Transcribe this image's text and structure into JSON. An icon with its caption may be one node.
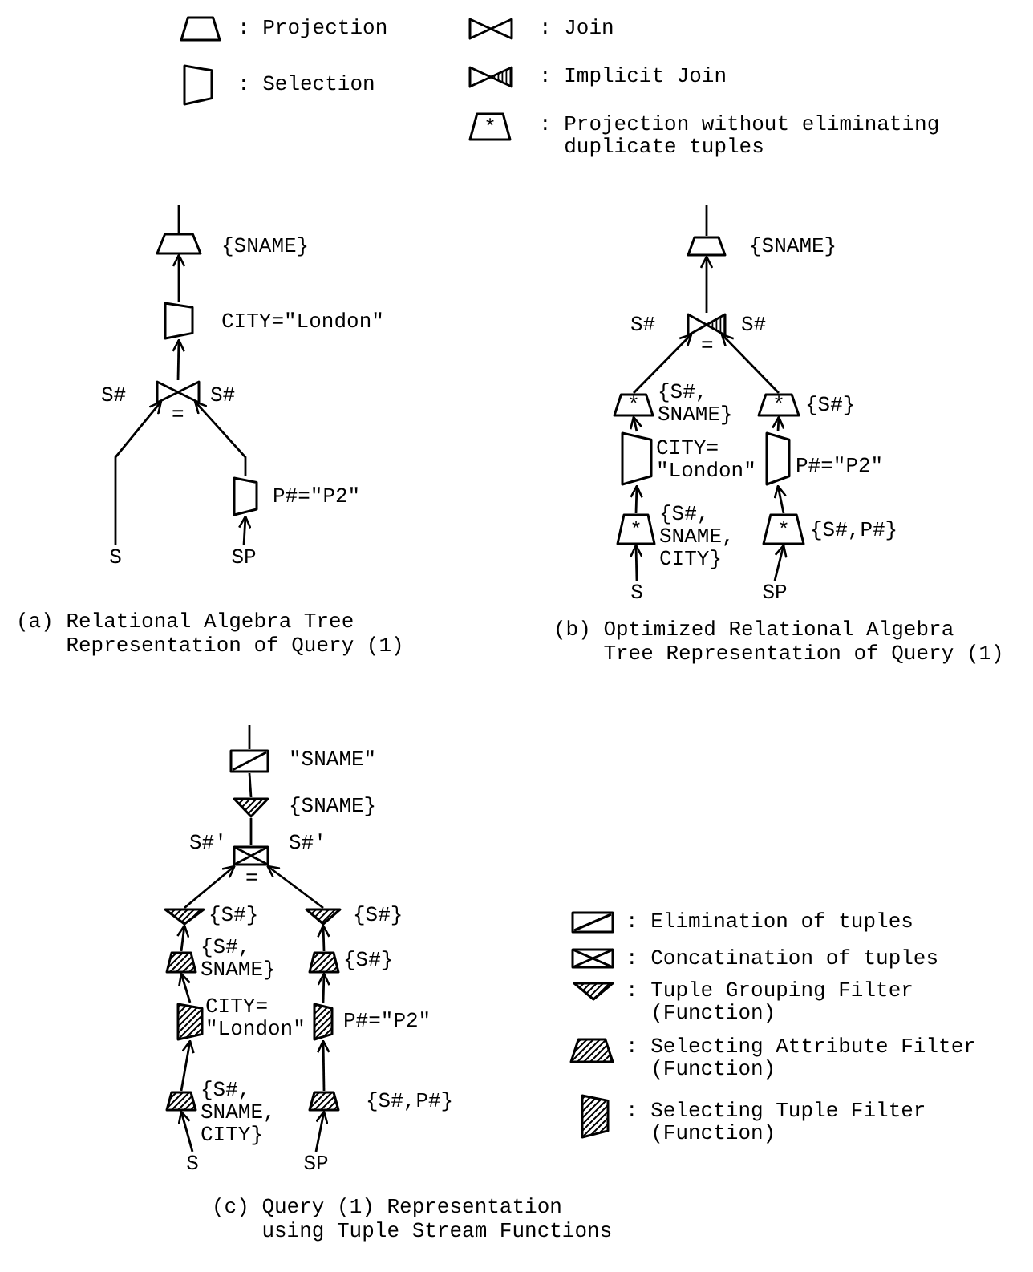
{
  "diagram": {
    "nodes": [
      {
        "text": [],
        "shape": "trapezoid",
        "beside": [
          "{SNAME}"
        ]
      },
      {
        "text": [],
        "shape": "quadrilateral",
        "beside": [
          "CITY=\"London\""
        ]
      },
      {
        "text": [],
        "shape": "bowtie",
        "beside": [
          "S#",
          "S#",
          "="
        ]
      },
      {
        "text": [],
        "shape": "quadrilateral",
        "beside": [
          "P#=\"P2\""
        ]
      },
      {
        "text": [
          "S"
        ]
      },
      {
        "text": [
          "SP"
        ]
      },
      {
        "text": [],
        "shape": "trapezoid",
        "beside": [
          "{SNAME}"
        ]
      },
      {
        "text": [],
        "shape": "bowtie",
        "beside": [
          "S#",
          "S#",
          "="
        ]
      },
      {
        "text": [
          "*"
        ],
        "beside": [
          "{S#, SNAME}"
        ]
      },
      {
        "text": [
          "*"
        ],
        "beside": [
          "{S#}"
        ]
      },
      {
        "text": [],
        "shape": "quadrilateral",
        "beside": [
          "CITY= \"London\""
        ]
      },
      {
        "text": [],
        "shape": "quadrilateral",
        "beside": [
          "P#=\"P2\""
        ]
      },
      {
        "text": [
          "*"
        ],
        "beside": [
          "{S#, SNAME, CITY}"
        ]
      },
      {
        "text": [
          "*"
        ],
        "beside": [
          "{S#,P#}"
        ]
      },
      {
        "text": [
          "S"
        ]
      },
      {
        "text": [
          "SP"
        ]
      },
      {
        "text": [],
        "shape": "box",
        "beside": [
          "\"SNAME\""
        ]
      },
      {
        "text": [],
        "shape": "triangle",
        "beside": [
          "{SNAME}"
        ]
      },
      {
        "text": [],
        "shape": "box",
        "beside": [
          "S#'",
          "S#'",
          "="
        ]
      },
      {
        "text": [],
        "shape": "triangle",
        "beside": [
          "{S#}"
        ]
      },
      {
        "text": [],
        "shape": "triangle",
        "beside": [
          "{S#}"
        ]
      },
      {
        "text": [],
        "shape": "trapezoid",
        "beside": [
          "{S#, SNAME}"
        ]
      },
      {
        "text": [],
        "shape": "trapezoid",
        "beside": [
          "{S#}"
        ]
      },
      {
        "text": [],
        "shape": "quadrilateral",
        "beside": [
          "CITY= \"London\""
        ]
      },
      {
        "text": [],
        "shape": "quadrilateral",
        "beside": [
          "P#=\"P2\""
        ]
      },
      {
        "text": [],
        "shape": "trapezoid",
        "beside": [
          "{S#, SNAME, CITY}"
        ]
      },
      {
        "text": [],
        "shape": "trapezoid",
        "beside": [
          "{S#,P#}"
        ]
      },
      {
        "text": [
          "S"
        ]
      },
      {
        "text": [
          "SP"
        ]
      }
    ],
    "edges": [
      {
        "from": 0,
        "to": null,
        "arrow": "none"
      },
      {
        "from": 1,
        "to": 0,
        "arrow": "to"
      },
      {
        "from": 2,
        "to": 1,
        "arrow": "to"
      },
      {
        "from": 4,
        "to": 2,
        "arrow": "to"
      },
      {
        "from": 3,
        "to": 2,
        "arrow": "to"
      },
      {
        "from": 5,
        "to": 3,
        "arrow": "to"
      },
      {
        "from": 6,
        "to": null,
        "arrow": "none"
      },
      {
        "from": 7,
        "to": 6,
        "arrow": "to"
      },
      {
        "from": 8,
        "to": 7,
        "arrow": "to"
      },
      {
        "from": 9,
        "to": 7,
        "arrow": "to"
      },
      {
        "from": 10,
        "to": 8,
        "arrow": "to"
      },
      {
        "from": 11,
        "to": 9,
        "arrow": "to"
      },
      {
        "from": 12,
        "to": 10,
        "arrow": "to"
      },
      {
        "from": 13,
        "to": 11,
        "arrow": "to"
      },
      {
        "from": 14,
        "to": 12,
        "arrow": "to"
      },
      {
        "from": 15,
        "to": 13,
        "arrow": "to"
      },
      {
        "from": 16,
        "to": null,
        "arrow": "none"
      },
      {
        "from": 17,
        "to": 16,
        "arrow": "none"
      },
      {
        "from": 18,
        "to": 17,
        "arrow": "none"
      },
      {
        "from": 19,
        "to": 18,
        "arrow": "to"
      },
      {
        "from": 20,
        "to": 18,
        "arrow": "to"
      },
      {
        "from": 21,
        "to": 19,
        "arrow": "to"
      },
      {
        "from": 22,
        "to": 20,
        "arrow": "to"
      },
      {
        "from": 23,
        "to": 21,
        "arrow": "to"
      },
      {
        "from": 24,
        "to": 22,
        "arrow": "to"
      },
      {
        "from": 25,
        "to": 23,
        "arrow": "to"
      },
      {
        "from": 26,
        "to": 24,
        "arrow": "to"
      },
      {
        "from": 27,
        "to": 25,
        "arrow": "to"
      },
      {
        "from": 28,
        "to": 26,
        "arrow": "to"
      }
    ],
    "labels": [
      "(a) Relational Algebra Tree Representation of Query (1)",
      "(b) Optimized Relational Algebra Tree Representation of Query (1)",
      "(c) Query (1) Representation using Tuple Stream Functions",
      "*"
    ],
    "legend": [
      {
        "text": ": Projection"
      },
      {
        "text": ": Join"
      },
      {
        "text": ": Selection"
      },
      {
        "text": ": Implicit Join"
      },
      {
        "text": ": Projection without eliminating duplicate tuples"
      },
      {
        "text": ": Elimination of tuples"
      },
      {
        "text": ": Concatination of tuples"
      },
      {
        "text": ": Tuple Grouping Filter (Function)"
      },
      {
        "text": ": Selecting Attribute Filter (Function)"
      },
      {
        "text": ": Selecting Tuple Filter (Function)"
      }
    ]
  }
}
